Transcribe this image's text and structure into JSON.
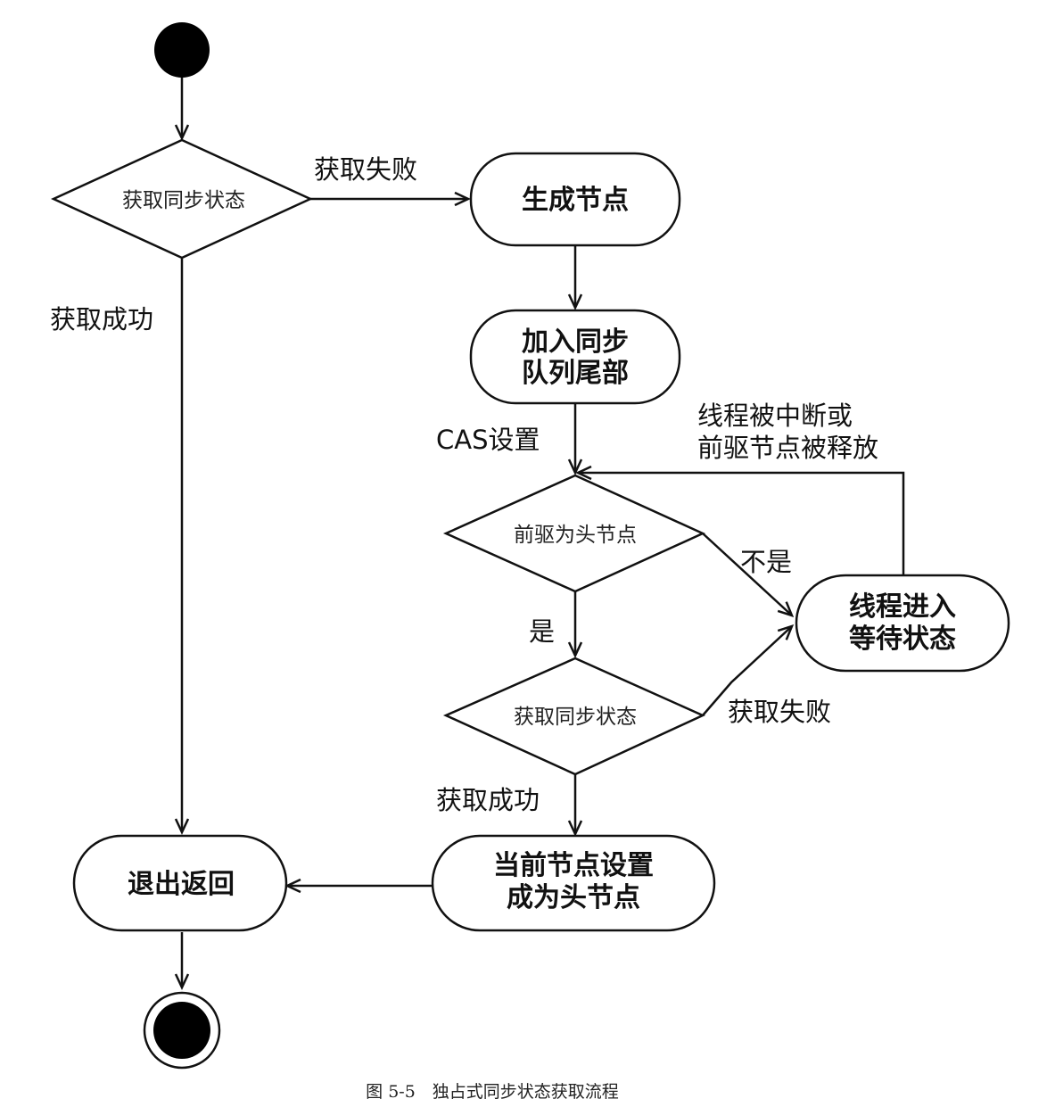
{
  "diagram": {
    "type": "uml-activity",
    "caption": "图 5-5　独占式同步状态获取流程",
    "nodes": {
      "start": {
        "kind": "initial"
      },
      "decision_acquire": {
        "kind": "decision",
        "label": "获取同步状态"
      },
      "create_node": {
        "kind": "action",
        "lines": [
          "生成节点"
        ]
      },
      "enqueue": {
        "kind": "action",
        "lines": [
          "加入同步",
          "队列尾部"
        ]
      },
      "decision_pred_head": {
        "kind": "decision",
        "label": "前驱为头节点"
      },
      "wait": {
        "kind": "action",
        "lines": [
          "线程进入",
          "等待状态"
        ]
      },
      "decision_acquire2": {
        "kind": "decision",
        "label": "获取同步状态"
      },
      "set_head": {
        "kind": "action",
        "lines": [
          "当前节点设置",
          "成为头节点"
        ]
      },
      "exit": {
        "kind": "action",
        "lines": [
          "退出返回"
        ]
      },
      "end": {
        "kind": "final"
      }
    },
    "edges": [
      {
        "from": "start",
        "to": "decision_acquire",
        "label": ""
      },
      {
        "from": "decision_acquire",
        "to": "create_node",
        "label": "获取失败"
      },
      {
        "from": "decision_acquire",
        "to": "exit",
        "label": "获取成功"
      },
      {
        "from": "create_node",
        "to": "enqueue",
        "label": ""
      },
      {
        "from": "enqueue",
        "to": "decision_pred_head",
        "label": "CAS设置"
      },
      {
        "from": "decision_pred_head",
        "to": "wait",
        "label": "不是"
      },
      {
        "from": "decision_pred_head",
        "to": "decision_acquire2",
        "label": "是"
      },
      {
        "from": "wait",
        "to": "decision_pred_head",
        "label_lines": [
          "线程被中断或",
          "前驱节点被释放"
        ]
      },
      {
        "from": "decision_acquire2",
        "to": "wait",
        "label": "获取失败"
      },
      {
        "from": "decision_acquire2",
        "to": "set_head",
        "label": "获取成功"
      },
      {
        "from": "set_head",
        "to": "exit",
        "label": ""
      },
      {
        "from": "exit",
        "to": "end",
        "label": ""
      }
    ]
  }
}
